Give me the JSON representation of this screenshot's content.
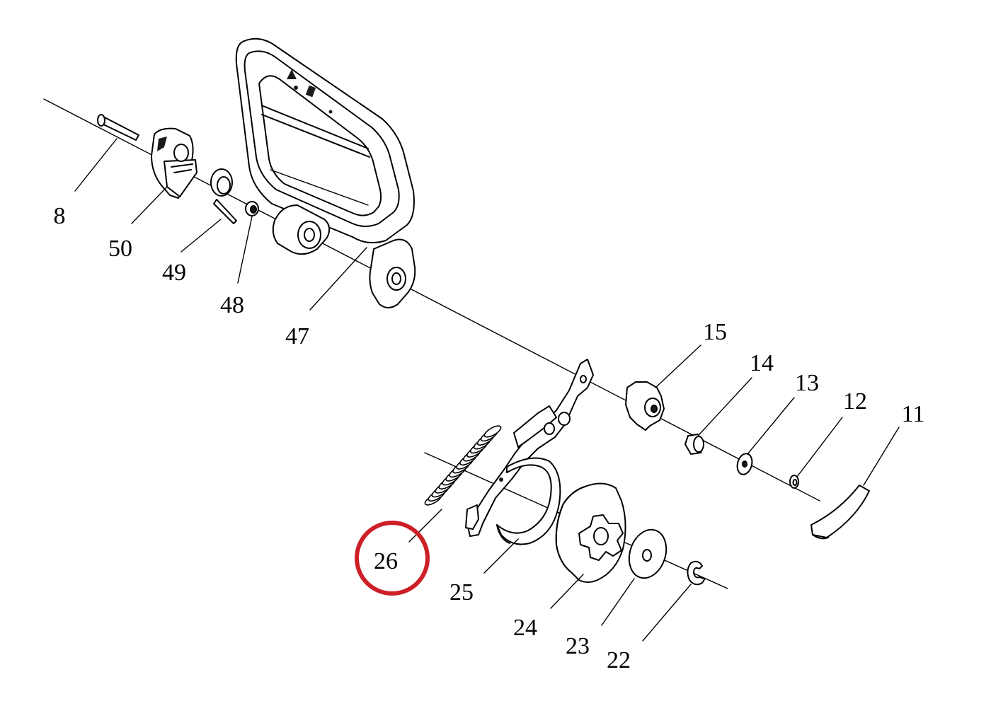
{
  "diagram": {
    "type": "exploded-parts-view",
    "highlight_color": "#cc1f27",
    "highlighted_part": "26",
    "parts": [
      {
        "key": "p8",
        "label": "8"
      },
      {
        "key": "p50",
        "label": "50"
      },
      {
        "key": "p49",
        "label": "49"
      },
      {
        "key": "p48",
        "label": "48"
      },
      {
        "key": "p47",
        "label": "47"
      },
      {
        "key": "p15",
        "label": "15"
      },
      {
        "key": "p14",
        "label": "14"
      },
      {
        "key": "p13",
        "label": "13"
      },
      {
        "key": "p12",
        "label": "12"
      },
      {
        "key": "p11",
        "label": "11"
      },
      {
        "key": "p26",
        "label": "26"
      },
      {
        "key": "p25",
        "label": "25"
      },
      {
        "key": "p24",
        "label": "24"
      },
      {
        "key": "p23",
        "label": "23"
      },
      {
        "key": "p22",
        "label": "22"
      }
    ]
  }
}
